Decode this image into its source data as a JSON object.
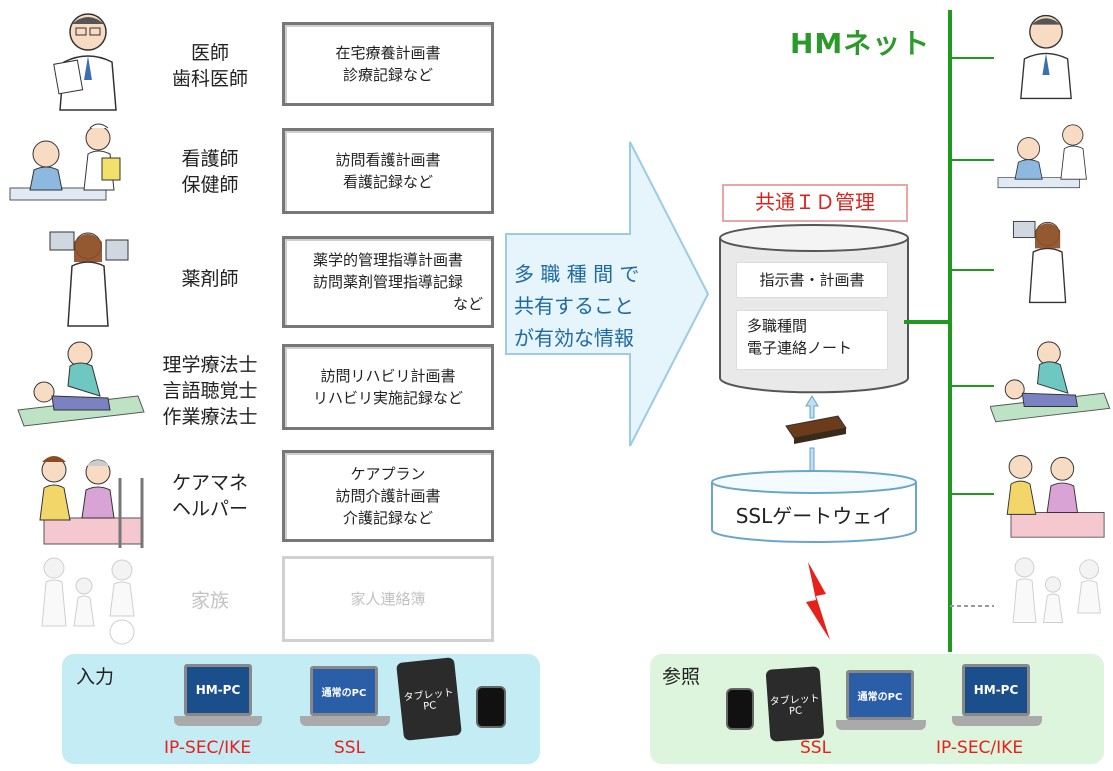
{
  "roles": [
    {
      "lines": [
        "医師",
        "歯科医師"
      ],
      "docs": [
        "在宅療養計画書",
        "診療記録など"
      ]
    },
    {
      "lines": [
        "看護師",
        "保健師"
      ],
      "docs": [
        "訪問看護計画書",
        "看護記録など"
      ]
    },
    {
      "lines": [
        "薬剤師"
      ],
      "docs": [
        "薬学的管理指導計画書",
        "訪問薬剤管理指導記録",
        "など"
      ]
    },
    {
      "lines": [
        "理学療法士",
        "言語聴覚士",
        "作業療法士"
      ],
      "docs": [
        "訪問リハビリ計画書",
        "リハビリ実施記録など"
      ]
    },
    {
      "lines": [
        "ケアマネ",
        "ヘルパー"
      ],
      "docs": [
        "ケアプラン",
        "訪問介護計画書",
        "介護記録など"
      ]
    },
    {
      "lines": [
        "家族"
      ],
      "docs": [
        "家人連絡簿"
      ]
    }
  ],
  "arrow_text": [
    "多 職 種 間 で",
    "共有すること",
    "が有効な情報"
  ],
  "central": {
    "id_label": "共通ＩＤ管理",
    "db_items": [
      "指示書・計画書",
      "多職種間",
      "電子連絡ノート"
    ],
    "gateway": "SSLゲートウェイ"
  },
  "network_label": "HMネット",
  "input_panel": {
    "title": "入力",
    "device_labels": [
      "HM-PC",
      "通常のPC",
      "タブレット",
      "PC"
    ],
    "protocols": [
      "IP-SEC/IKE",
      "SSL"
    ]
  },
  "reference_panel": {
    "title": "参照",
    "device_labels": [
      "タブレット",
      "PC",
      "通常のPC",
      "HM-PC"
    ],
    "protocols": [
      "SSL",
      "IP-SEC/IKE"
    ]
  },
  "colors": {
    "input_panel": "#c4ecf5",
    "reference_panel": "#dcf5dc",
    "network_line": "#1f9a1f",
    "accent_red": "#e8201b",
    "arrow_fill": "#e6f4fb"
  },
  "icons": [
    "doctor-icon",
    "nurse-icon",
    "pharmacist-icon",
    "therapist-icon",
    "caregiver-icon",
    "family-icon",
    "database-icon",
    "server-chip-icon",
    "lightning-icon",
    "laptop-icon",
    "tablet-icon"
  ]
}
